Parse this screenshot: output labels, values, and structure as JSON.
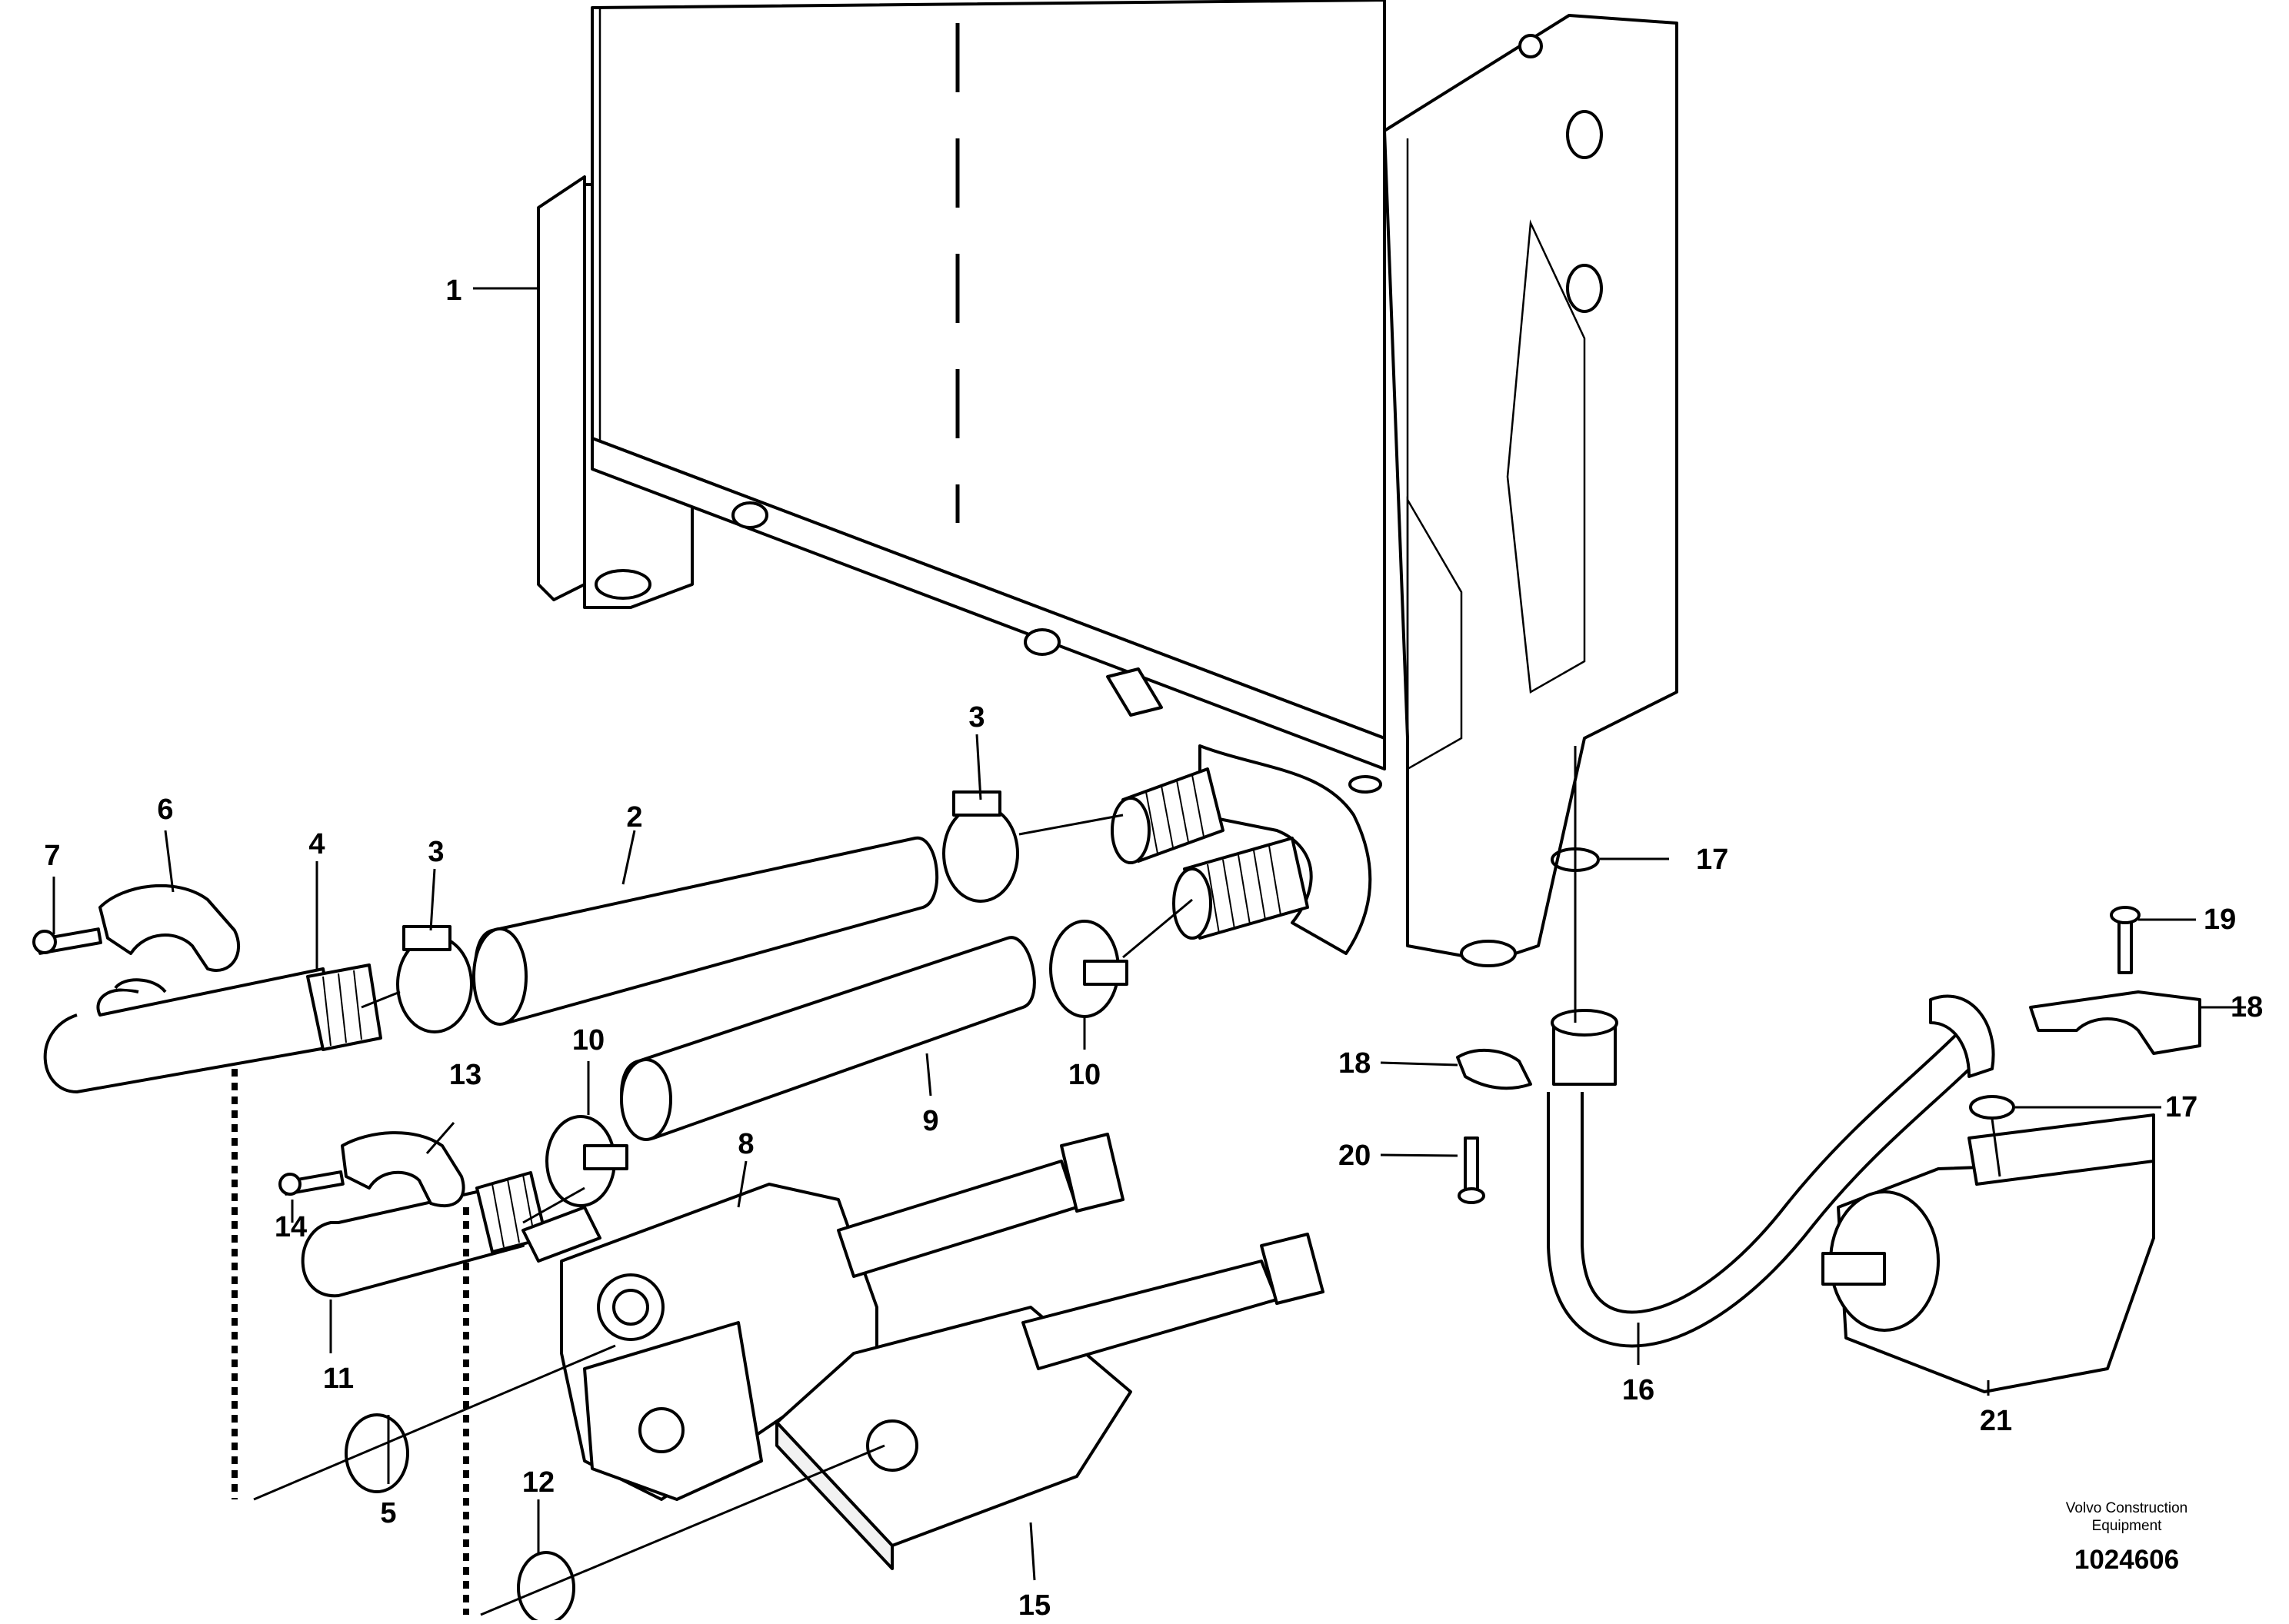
{
  "callouts": [
    "1",
    "2",
    "3",
    "3",
    "4",
    "5",
    "6",
    "7",
    "8",
    "9",
    "10",
    "10",
    "11",
    "12",
    "13",
    "14",
    "15",
    "16",
    "17",
    "17",
    "18",
    "18",
    "19",
    "20",
    "21"
  ],
  "footer": {
    "company_line1": "Volvo Construction",
    "company_line2": "Equipment",
    "drawing_number": "1024606"
  }
}
